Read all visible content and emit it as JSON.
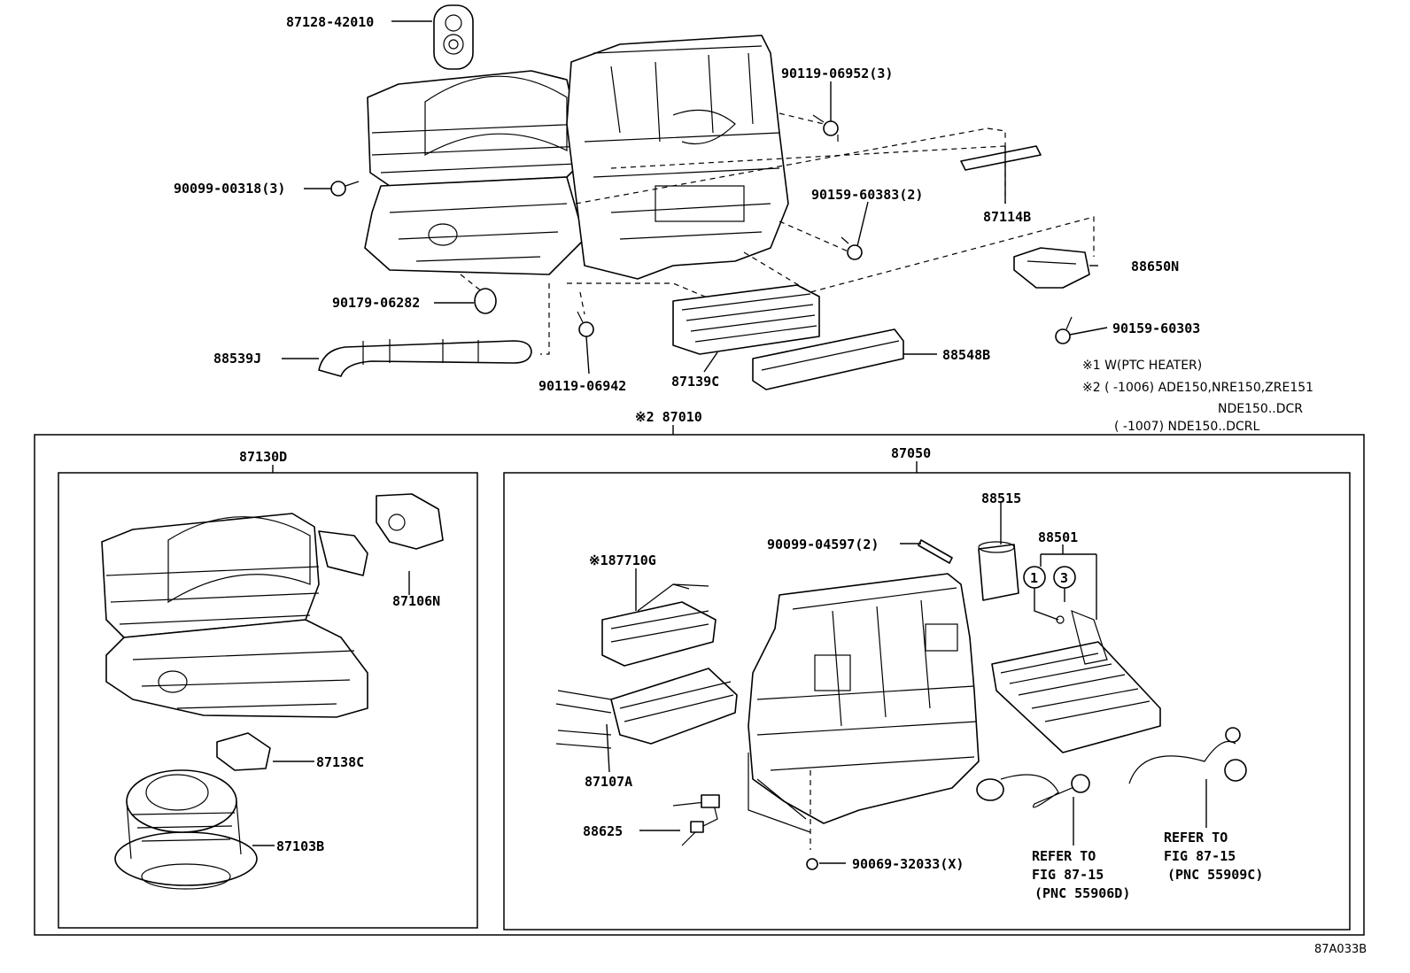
{
  "labels": {
    "p87128_42010": "87128-42010",
    "p90119_06952": "90119-06952(3)",
    "p90099_00318": "90099-00318(3)",
    "p90159_60383": "90159-60383(2)",
    "p87114B": "87114B",
    "p88650N": "88650N",
    "p90179_06282": "90179-06282",
    "p90159_60303": "90159-60303",
    "p88539J": "88539J",
    "p88548B": "88548B",
    "p90119_06942": "90119-06942",
    "p87139C": "87139C",
    "p87010": "※2 87010",
    "p87130D": "87130D",
    "p87050": "87050",
    "p87106N": "87106N",
    "p87138C": "87138C",
    "p87103B": "87103B",
    "p88515": "88515",
    "p88501": "88501",
    "p90099_04597": "90099-04597(2)",
    "p87710G": "※187710G",
    "p87107A": "87107A",
    "p88625": "88625",
    "p90069_32033": "90069-32033(X)",
    "circle1": "1",
    "circle3": "3",
    "corner_code": "87A033B"
  },
  "notes": {
    "n1": "※1 W(PTC HEATER)",
    "n2": "※2 (     -1006) ADE150,NRE150,ZRE151",
    "n3": "NDE150..DCR",
    "n4": "(     -1007) NDE150..DCRL"
  },
  "refs": {
    "ref1_l1": "REFER TO",
    "ref1_l2": "FIG 87-15",
    "ref1_l3": "(PNC 55906D)",
    "ref2_l1": "REFER TO",
    "ref2_l2": "FIG 87-15",
    "ref2_l3": "(PNC 55909C)"
  }
}
